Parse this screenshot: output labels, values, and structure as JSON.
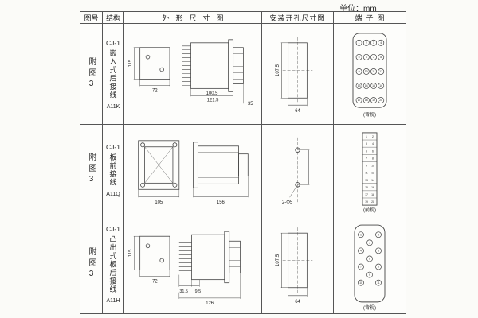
{
  "unit_label": "单位：mm",
  "headers": {
    "fig": "图号",
    "structure": "结构",
    "outline": "外形尺寸图",
    "install": "安装开孔尺寸图",
    "terminal": "端子图"
  },
  "rows": [
    {
      "fig_no": "附图3",
      "series": "CJ-1",
      "structure_name": "嵌入式后接线",
      "model": "A11K",
      "outline": {
        "height": "115",
        "width": "72",
        "body": "100.5",
        "total": "121.5",
        "depth": "35"
      },
      "install": {
        "v": "107.5",
        "h": "64"
      },
      "terminal": {
        "style": "grid",
        "cols": 4,
        "rows": 5,
        "count": 20,
        "view": "(背视)"
      }
    },
    {
      "fig_no": "附图3",
      "series": "CJ-1",
      "structure_name": "板前接线",
      "model": "A11Q",
      "outline": {
        "width": "105",
        "length": "156"
      },
      "install": {
        "holes": "2-Φ5"
      },
      "terminal": {
        "style": "strip",
        "rows": 10,
        "count": 20,
        "view": "(前视)"
      }
    },
    {
      "fig_no": "附图3",
      "series": "CJ-1",
      "structure_name": "凸出式板后接线",
      "model": "A11H",
      "outline": {
        "height": "115",
        "width": "72",
        "pin": "31.5",
        "pitch": "9.5",
        "total": "126"
      },
      "install": {
        "v": "107.5",
        "h": "64"
      },
      "terminal": {
        "style": "stagger",
        "count": 11,
        "view": "(背视)"
      }
    }
  ]
}
